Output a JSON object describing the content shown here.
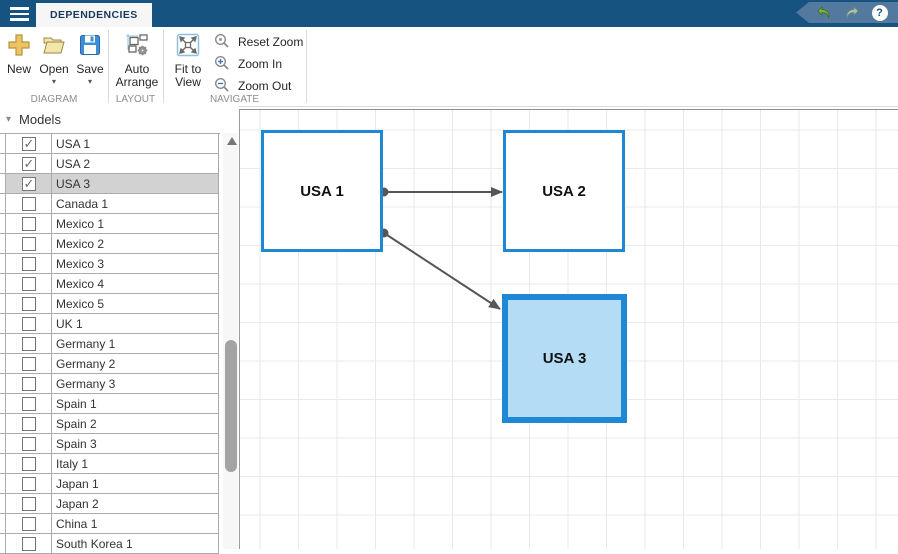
{
  "window": {
    "tab": "DEPENDENCIES",
    "quick_access": {
      "undo": "undo",
      "redo": "redo",
      "help": "?"
    }
  },
  "toolbar": {
    "diagram": {
      "label": "DIAGRAM",
      "new": "New",
      "open": "Open",
      "save": "Save"
    },
    "layout": {
      "label": "LAYOUT",
      "auto_arrange": "Auto Arrange"
    },
    "navigate": {
      "label": "NAVIGATE",
      "fit_to_view": "Fit to View",
      "reset_zoom": "Reset Zoom",
      "zoom_in": "Zoom In",
      "zoom_out": "Zoom Out"
    }
  },
  "sidebar": {
    "header": "Models",
    "items": [
      {
        "label": "USA 1",
        "checked": true,
        "selected": false
      },
      {
        "label": "USA 2",
        "checked": true,
        "selected": false
      },
      {
        "label": "USA 3",
        "checked": true,
        "selected": true
      },
      {
        "label": "Canada 1",
        "checked": false,
        "selected": false
      },
      {
        "label": "Mexico 1",
        "checked": false,
        "selected": false
      },
      {
        "label": "Mexico 2",
        "checked": false,
        "selected": false
      },
      {
        "label": "Mexico 3",
        "checked": false,
        "selected": false
      },
      {
        "label": "Mexico 4",
        "checked": false,
        "selected": false
      },
      {
        "label": "Mexico 5",
        "checked": false,
        "selected": false
      },
      {
        "label": "UK 1",
        "checked": false,
        "selected": false
      },
      {
        "label": "Germany 1",
        "checked": false,
        "selected": false
      },
      {
        "label": "Germany 2",
        "checked": false,
        "selected": false
      },
      {
        "label": "Germany 3",
        "checked": false,
        "selected": false
      },
      {
        "label": "Spain 1",
        "checked": false,
        "selected": false
      },
      {
        "label": "Spain 2",
        "checked": false,
        "selected": false
      },
      {
        "label": "Spain 3",
        "checked": false,
        "selected": false
      },
      {
        "label": "Italy 1",
        "checked": false,
        "selected": false
      },
      {
        "label": "Japan 1",
        "checked": false,
        "selected": false
      },
      {
        "label": "Japan 2",
        "checked": false,
        "selected": false
      },
      {
        "label": "China 1",
        "checked": false,
        "selected": false
      },
      {
        "label": "South Korea 1",
        "checked": false,
        "selected": false
      }
    ]
  },
  "diagram": {
    "nodes": [
      {
        "id": "usa1",
        "label": "USA 1",
        "selected": false
      },
      {
        "id": "usa2",
        "label": "USA 2",
        "selected": false
      },
      {
        "id": "usa3",
        "label": "USA 3",
        "selected": true
      }
    ],
    "edges": [
      {
        "from": "USA 1",
        "to": "USA 2"
      },
      {
        "from": "USA 1",
        "to": "USA 3"
      }
    ]
  },
  "colors": {
    "titlebar": "#175380",
    "quickbar": "#54799e",
    "node_border": "#1e87d6",
    "node_selected_fill": "#b5dcf5",
    "edge": "#565656",
    "grid": "#e9e9e9"
  }
}
